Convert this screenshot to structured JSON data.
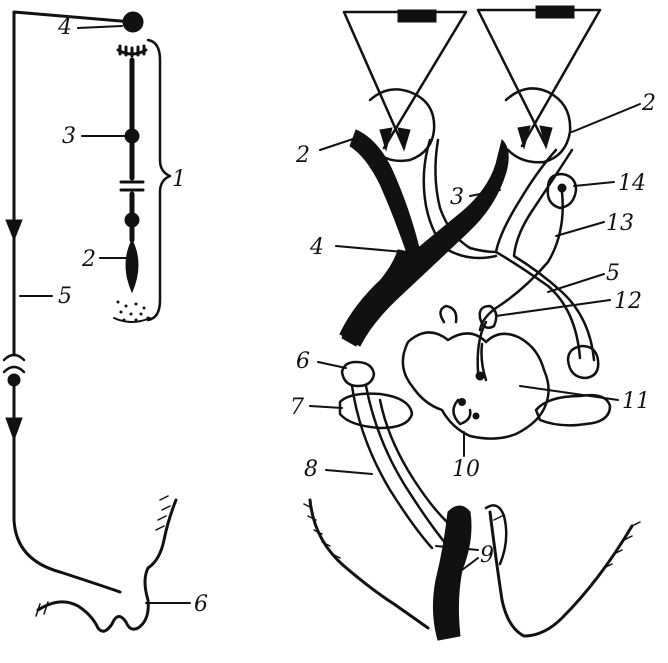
{
  "figure": {
    "left_panel": {
      "labels": {
        "n4": "4",
        "n3": "3",
        "n2": "2",
        "n1": "1",
        "n5": "5",
        "n6": "6"
      }
    },
    "right_panel": {
      "labels": {
        "n2a": "2",
        "n2b": "2",
        "n3": "3",
        "n4": "4",
        "n14": "14",
        "n13": "13",
        "n5": "5",
        "n12": "12",
        "n6": "6",
        "n7": "7",
        "n11": "11",
        "n8": "8",
        "n10": "10",
        "n9": "9"
      }
    },
    "colors": {
      "ink": "#111111",
      "paper": "#ffffff"
    }
  }
}
